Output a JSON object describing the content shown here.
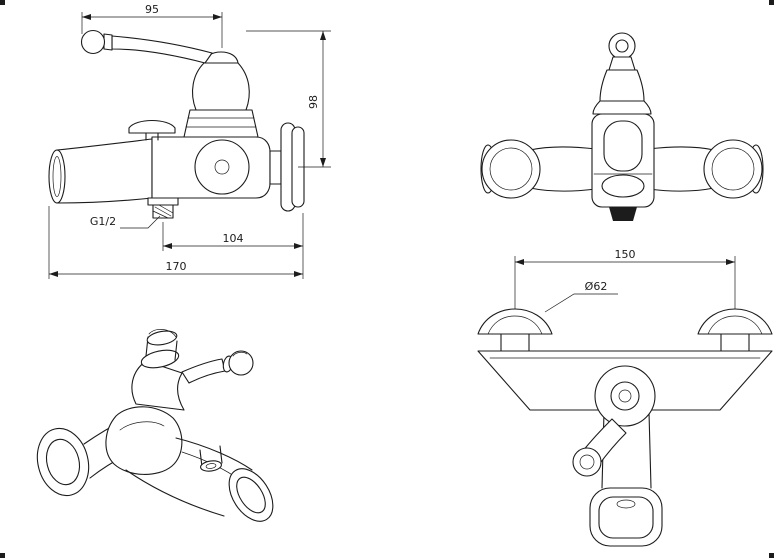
{
  "drawing": {
    "background": "#ffffff",
    "line_color": "#1c1c1c",
    "dims": {
      "handle_span": "95",
      "height": "98",
      "thread": "G1/2",
      "spout_to_wall": "104",
      "overall_length": "170",
      "flange_centers": "150",
      "flange_diameter": "Ø62"
    }
  }
}
